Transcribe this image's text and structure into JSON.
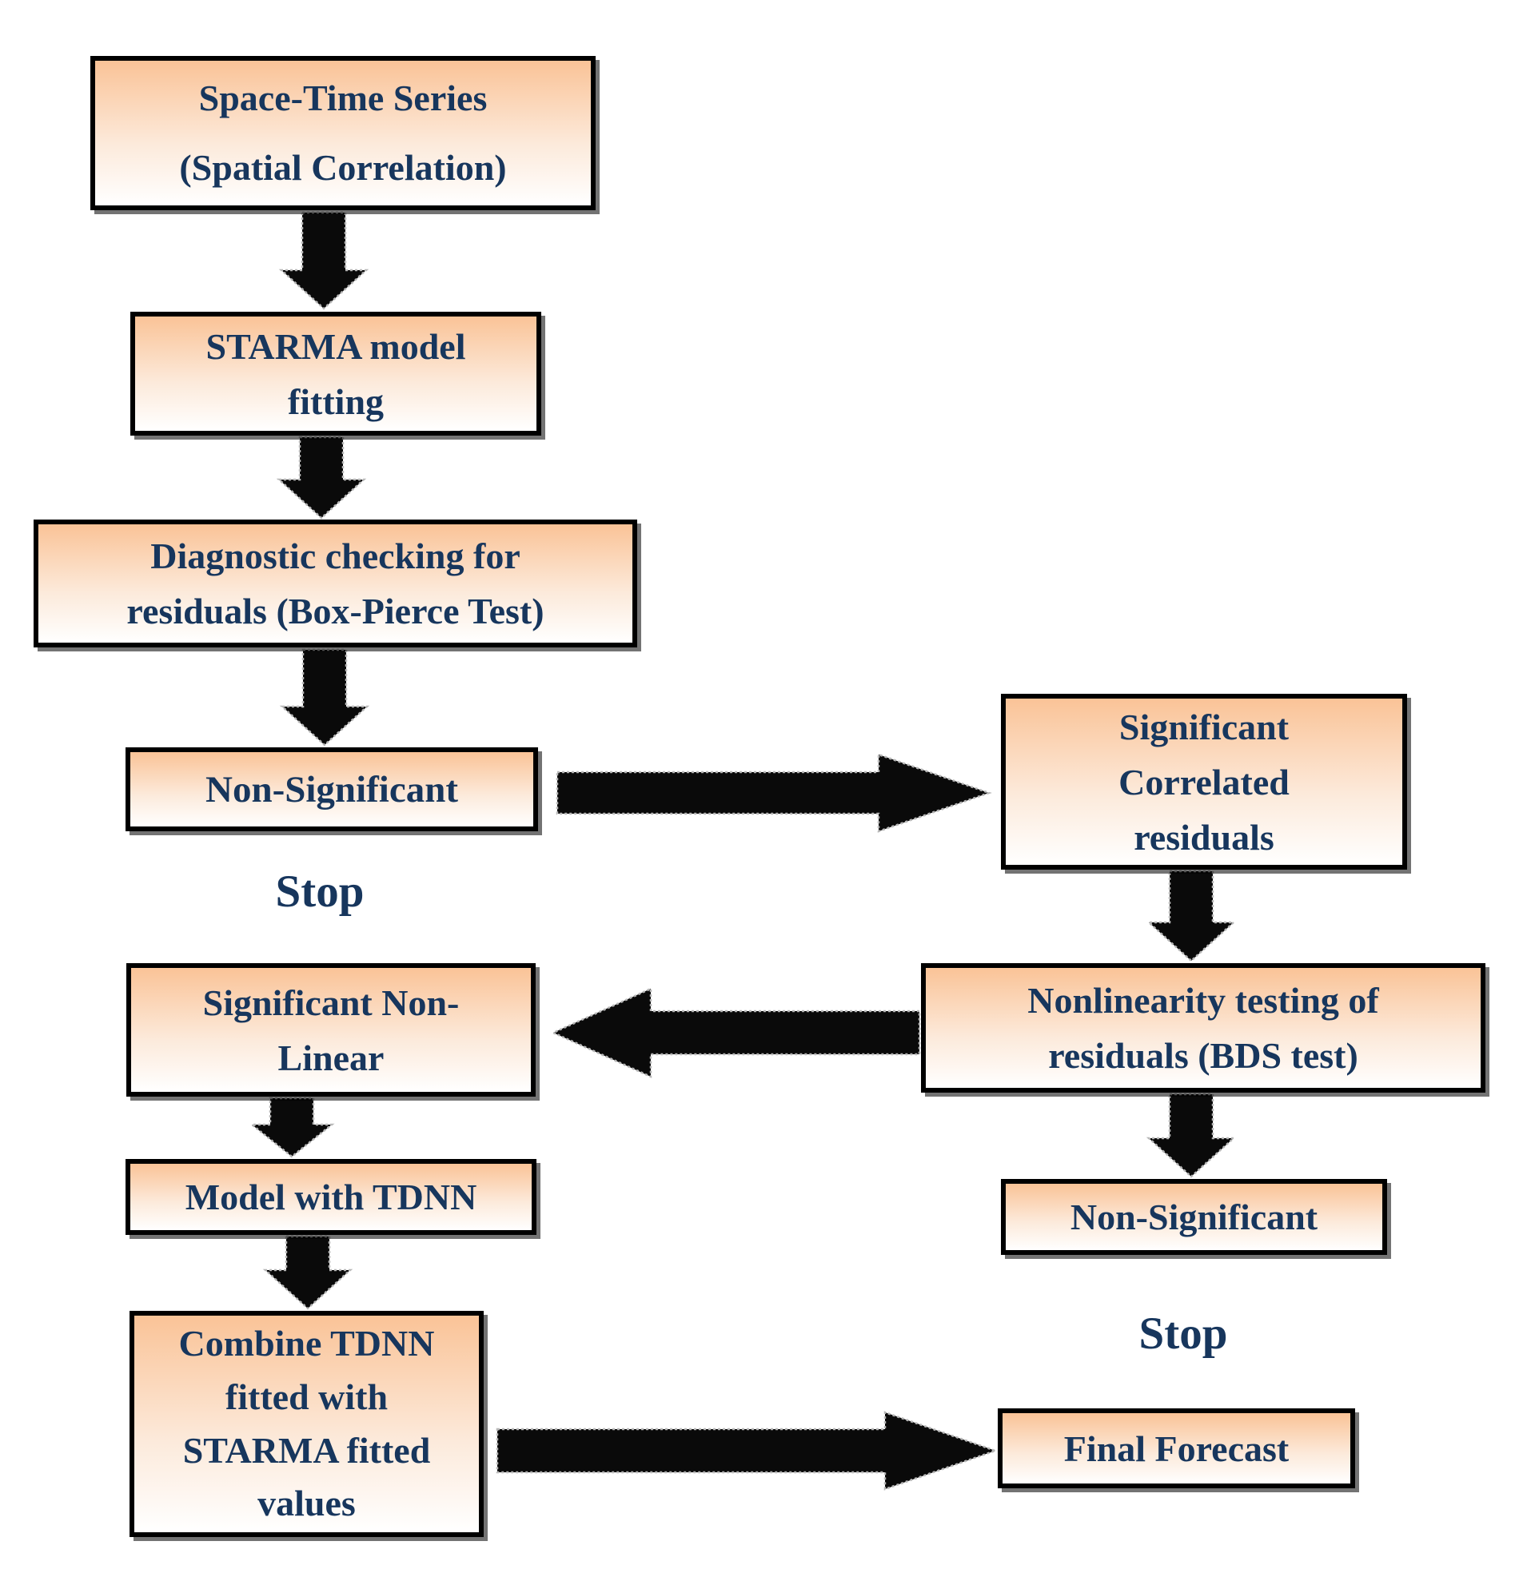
{
  "palette": {
    "box_fill_top": "#FAC397",
    "box_fill_mid": "#FCEADB",
    "box_fill_bottom": "#FFFFFF",
    "box_border": "#000000",
    "text_color": "#17365D",
    "arrow_color": "#0A0A0A",
    "arrow_outline": "#B8B8B8"
  },
  "nodes": {
    "space_time": {
      "label": "Space-Time Series\n(Spatial Correlation)"
    },
    "starma": {
      "label": "STARMA model\nfitting"
    },
    "diagnostic": {
      "label": "Diagnostic checking for\nresiduals (Box-Pierce Test)"
    },
    "non_significant_left": {
      "label": "Non-Significant"
    },
    "stop_left": {
      "label": "Stop"
    },
    "significant_correlated": {
      "label": "Significant\nCorrelated\nresiduals"
    },
    "nonlinearity": {
      "label": "Nonlinearity testing of\nresiduals (BDS test)"
    },
    "significant_non_linear": {
      "label": "Significant Non-\nLinear"
    },
    "model_tdnn": {
      "label": "Model with TDNN"
    },
    "non_significant_right": {
      "label": "Non-Significant"
    },
    "stop_right": {
      "label": "Stop"
    },
    "combine_tdnn": {
      "label": "Combine TDNN\nfitted with\nSTARMA fitted\nvalues"
    },
    "final_forecast": {
      "label": "Final Forecast"
    }
  }
}
